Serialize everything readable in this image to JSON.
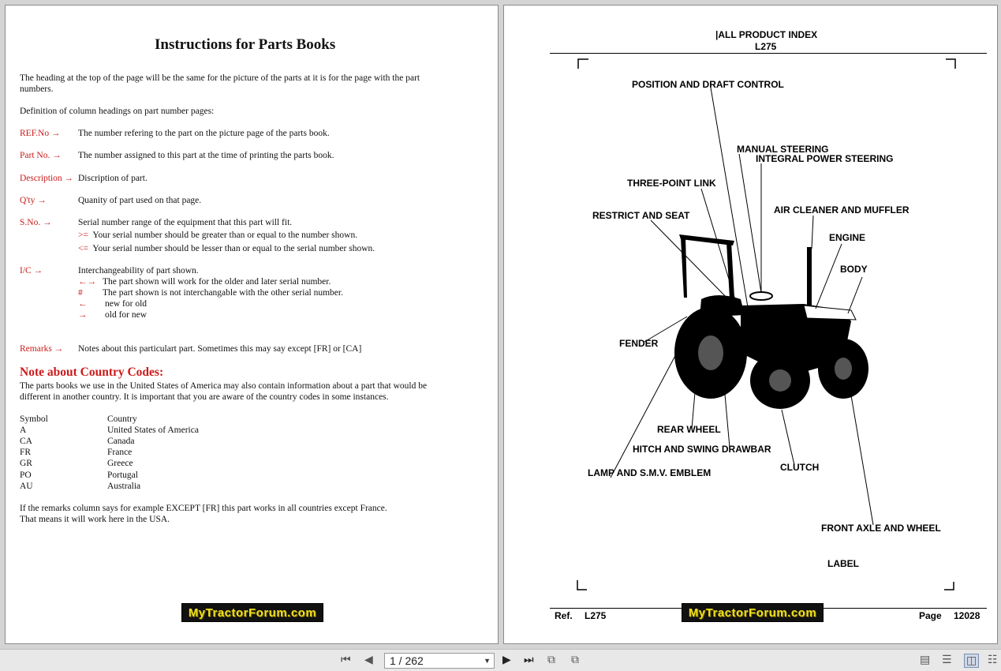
{
  "left_page": {
    "title": "Instructions for Parts Books",
    "intro": "The heading at the top of the page will be the same for the picture of the parts at it is for the page with the part",
    "intro2": "numbers.",
    "definition_heading": "Definition of column headings on part number pages:",
    "definitions": [
      {
        "term": "REF.No",
        "arrow": "→",
        "text": "The number refering to the part on the picture page of the parts book."
      },
      {
        "term": "Part No.",
        "arrow": "→",
        "text": "The number assigned to this part at the time of printing the parts book."
      },
      {
        "term": "Description",
        "arrow": "→",
        "text": "Discription of part."
      },
      {
        "term": "Q'ty",
        "arrow": "→",
        "text": "Quanity of part used on that page."
      },
      {
        "term": "S.No.",
        "arrow": "→",
        "text": "Serial number range of the equipment that this part will fit."
      },
      {
        "term": "I/C",
        "arrow": "→",
        "text": "Interchangeability of part shown."
      },
      {
        "term": "Remarks",
        "arrow": "→",
        "text": "Notes about this particulart part. Sometimes this may say except [FR] or [CA]"
      }
    ],
    "sno_subs": [
      {
        "sym": ">=",
        "text": "Your serial number should be greater than or equal to the number shown."
      },
      {
        "sym": "<=",
        "text": "Your serial number should be lesser than or equal to the serial number shown."
      }
    ],
    "ic_subs": [
      {
        "sym": "←→",
        "text": "The part shown will work for the older and later serial number."
      },
      {
        "sym": "#",
        "text": "The part shown is not interchangable with the other serial number."
      },
      {
        "sym": "←",
        "text": "new for old"
      },
      {
        "sym": "→",
        "text": "old for new"
      }
    ],
    "country_heading": "Note about Country Codes:",
    "country_text1": "The parts books we use in the United States of America may also contain information about a part that would be",
    "country_text2": "different in another country. It is important that you are aware of the country codes in some instances.",
    "country_table": {
      "headers": [
        "Symbol",
        "Country"
      ],
      "rows": [
        [
          "A",
          "United States of America"
        ],
        [
          "CA",
          "Canada"
        ],
        [
          "FR",
          "France"
        ],
        [
          "GR",
          "Greece"
        ],
        [
          "PO",
          "Portugal"
        ],
        [
          "AU",
          "Australia"
        ]
      ]
    },
    "closing1": "If the remarks column says for example EXCEPT [FR] this part works in all countries except France.",
    "closing2": "That means it will work here in the USA.",
    "logo": "MyTractorForum.com"
  },
  "right_page": {
    "header_line1": "|ALL PRODUCT INDEX",
    "header_line2": "L275",
    "labels": {
      "position_draft": "POSITION AND DRAFT CONTROL",
      "manual_steering": "MANUAL STEERING",
      "integral_steering": "INTEGRAL POWER STEERING",
      "three_point": "THREE-POINT LINK",
      "air_cleaner": "AIR CLEANER AND MUFFLER",
      "restrict_seat": "RESTRICT AND SEAT",
      "engine": "ENGINE",
      "body": "BODY",
      "fender": "FENDER",
      "rear_wheel": "REAR WHEEL",
      "hitch": "HITCH AND SWING DRAWBAR",
      "clutch": "CLUTCH",
      "lamp": "LAMP AND S.M.V. EMBLEM",
      "front_axle": "FRONT AXLE AND WHEEL",
      "label": "LABEL"
    },
    "footer_ref_label": "Ref.",
    "footer_ref_value": "L275",
    "footer_page_label": "Page",
    "footer_page_value": "12028",
    "logo": "MyTractorForum.com"
  },
  "toolbar": {
    "page_value": "1 / 262",
    "icons": [
      "first-page-icon",
      "prev-page-icon",
      "next-page-icon",
      "last-page-icon",
      "rotate-icon",
      "fit-icon",
      "single-page-icon",
      "continuous-icon",
      "two-page-icon",
      "two-page-continuous-icon"
    ]
  }
}
